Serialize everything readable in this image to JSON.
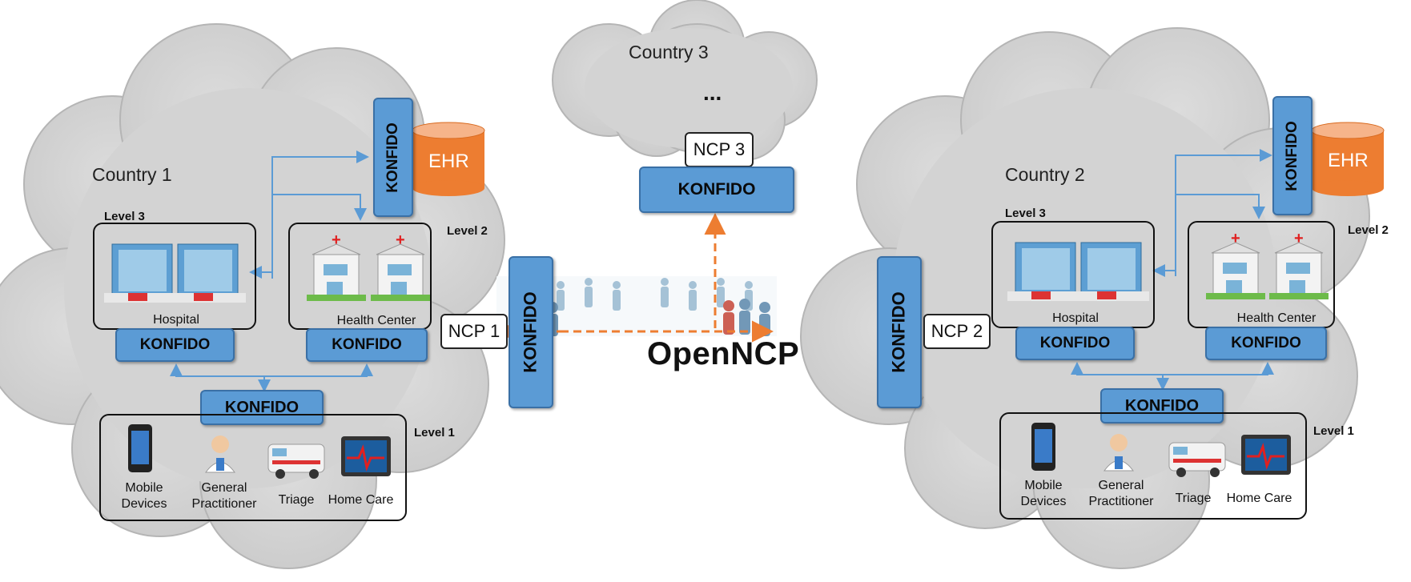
{
  "colors": {
    "cloud": "#d4d4d4",
    "cloud_edge": "#b8b8b8",
    "konfido": "#5b9bd5",
    "arrow_blue": "#5b9bd5",
    "arrow_orange": "#ed7d31",
    "ehr": "#ed7d31"
  },
  "countries": {
    "country1": {
      "label": "Country 1",
      "level3": "Level 3",
      "level2": "Level 2",
      "level1": "Level 1",
      "hospital": "Hospital",
      "health_center": "Health Center",
      "ehr": "EHR",
      "ncp": "NCP 1",
      "devices": [
        {
          "name": "Mobile Devices",
          "line1": "Mobile",
          "line2": "Devices",
          "icon": "mobile-phone-icon"
        },
        {
          "name": "General Practitioner",
          "line1": "General",
          "line2": "Practitioner",
          "icon": "doctor-icon"
        },
        {
          "name": "Triage",
          "line1": "Triage",
          "line2": "",
          "icon": "ambulance-icon"
        },
        {
          "name": "Home Care",
          "line1": "Home Care",
          "line2": "",
          "icon": "heart-monitor-icon"
        }
      ]
    },
    "country2": {
      "label": "Country 2",
      "level3": "Level 3",
      "level2": "Level 2",
      "level1": "Level 1",
      "hospital": "Hospital",
      "health_center": "Health Center",
      "ehr": "EHR",
      "ncp": "NCP 2",
      "devices": [
        {
          "name": "Mobile Devices",
          "line1": "Mobile",
          "line2": "Devices",
          "icon": "mobile-phone-icon"
        },
        {
          "name": "General Practitioner",
          "line1": "General",
          "line2": "Practitioner",
          "icon": "doctor-icon"
        },
        {
          "name": "Triage",
          "line1": "Triage",
          "line2": "",
          "icon": "ambulance-icon"
        },
        {
          "name": "Home Care",
          "line1": "Home Care",
          "line2": "",
          "icon": "heart-monitor-icon"
        }
      ]
    },
    "country3": {
      "label": "Country 3",
      "ellipsis": "...",
      "ncp": "NCP 3"
    }
  },
  "konfido_label": "KONFIDO",
  "center": {
    "label": "OpenNCP"
  }
}
